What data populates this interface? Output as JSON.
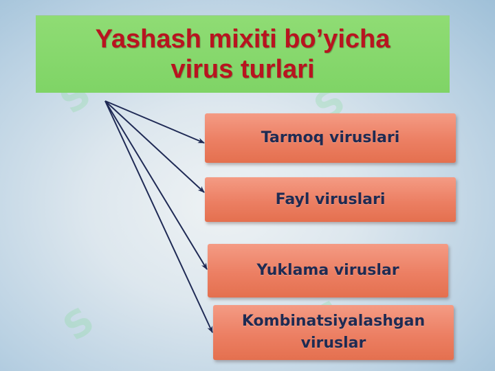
{
  "title": {
    "line1": "Yashash mixiti bo’yicha",
    "line2": "virus turlari"
  },
  "boxes": [
    {
      "label": "Tarmoq viruslari"
    },
    {
      "label": "Fayl viruslari"
    },
    {
      "label": "Yuklama viruslar"
    },
    {
      "label": "Kombinatsiyalashgan viruslar"
    }
  ],
  "colors": {
    "title_fill": "#85d86b",
    "title_text": "#b8141f",
    "box_fill": "#ec7f63",
    "box_text": "#1f2b52",
    "arrow": "#1f2a55"
  }
}
